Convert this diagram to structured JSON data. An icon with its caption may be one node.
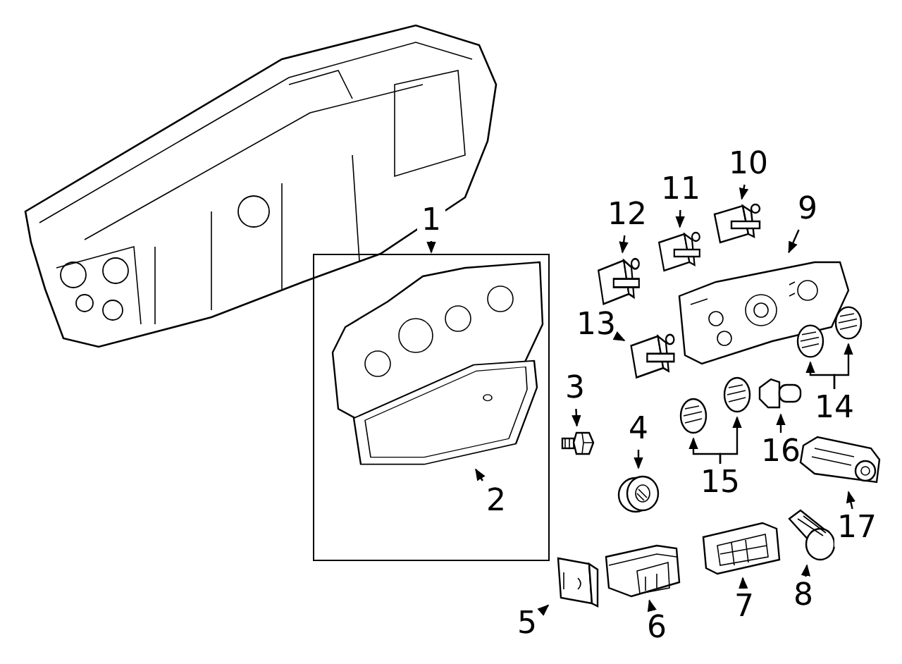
{
  "diagram": {
    "nodes": [
      {
        "text": [
          "1"
        ]
      },
      {
        "text": [],
        "shape": "box"
      },
      {
        "text": [
          "2"
        ],
        "in": 1
      },
      {
        "text": [],
        "shape": "picture",
        "in": 1
      },
      {
        "text": [
          "3"
        ]
      },
      {
        "text": [],
        "shape": "picture"
      },
      {
        "text": [
          "4"
        ]
      },
      {
        "text": [],
        "shape": "picture"
      },
      {
        "text": [
          "5"
        ]
      },
      {
        "text": [],
        "shape": "picture"
      },
      {
        "text": [
          "6"
        ]
      },
      {
        "text": [],
        "shape": "picture"
      },
      {
        "text": [
          "7"
        ]
      },
      {
        "text": [],
        "shape": "picture"
      },
      {
        "text": [
          "8"
        ]
      },
      {
        "text": [],
        "shape": "picture"
      },
      {
        "text": [
          "9"
        ]
      },
      {
        "text": [],
        "shape": "picture"
      },
      {
        "text": [
          "10"
        ]
      },
      {
        "text": [],
        "shape": "picture"
      },
      {
        "text": [
          "11"
        ]
      },
      {
        "text": [],
        "shape": "picture"
      },
      {
        "text": [
          "12"
        ]
      },
      {
        "text": [],
        "shape": "picture"
      },
      {
        "text": [
          "13"
        ]
      },
      {
        "text": [],
        "shape": "picture"
      },
      {
        "text": [
          "14"
        ]
      },
      {
        "text": [],
        "shape": "picture"
      },
      {
        "text": [],
        "shape": "picture"
      },
      {
        "text": [
          "15"
        ]
      },
      {
        "text": [],
        "shape": "picture"
      },
      {
        "text": [],
        "shape": "picture"
      },
      {
        "text": [
          "16"
        ]
      },
      {
        "text": [],
        "shape": "picture"
      },
      {
        "text": [
          "17"
        ]
      },
      {
        "text": [],
        "shape": "picture"
      }
    ],
    "edges": [
      {
        "from": 0,
        "to": 1,
        "arrow": "to"
      },
      {
        "from": 2,
        "to": 3,
        "arrow": "to"
      },
      {
        "from": 4,
        "to": 5,
        "arrow": "to"
      },
      {
        "from": 6,
        "to": 7,
        "arrow": "to"
      },
      {
        "from": 8,
        "to": 9,
        "arrow": "to"
      },
      {
        "from": 10,
        "to": 11,
        "arrow": "to"
      },
      {
        "from": 12,
        "to": 13,
        "arrow": "to"
      },
      {
        "from": 14,
        "to": 15,
        "arrow": "to"
      },
      {
        "from": 16,
        "to": 17,
        "arrow": "to"
      },
      {
        "from": 18,
        "to": 19,
        "arrow": "to"
      },
      {
        "from": 20,
        "to": 21,
        "arrow": "to"
      },
      {
        "from": 22,
        "to": 23,
        "arrow": "to"
      },
      {
        "from": 24,
        "to": 25,
        "arrow": "to"
      },
      {
        "from": 26,
        "to": 27,
        "arrow": "to"
      },
      {
        "from": 26,
        "to": 28,
        "arrow": "to"
      },
      {
        "from": 29,
        "to": 30,
        "arrow": "to"
      },
      {
        "from": 29,
        "to": 31,
        "arrow": "to"
      },
      {
        "from": 32,
        "to": 33,
        "arrow": "to"
      },
      {
        "from": 34,
        "to": 35,
        "arrow": "to"
      }
    ]
  }
}
